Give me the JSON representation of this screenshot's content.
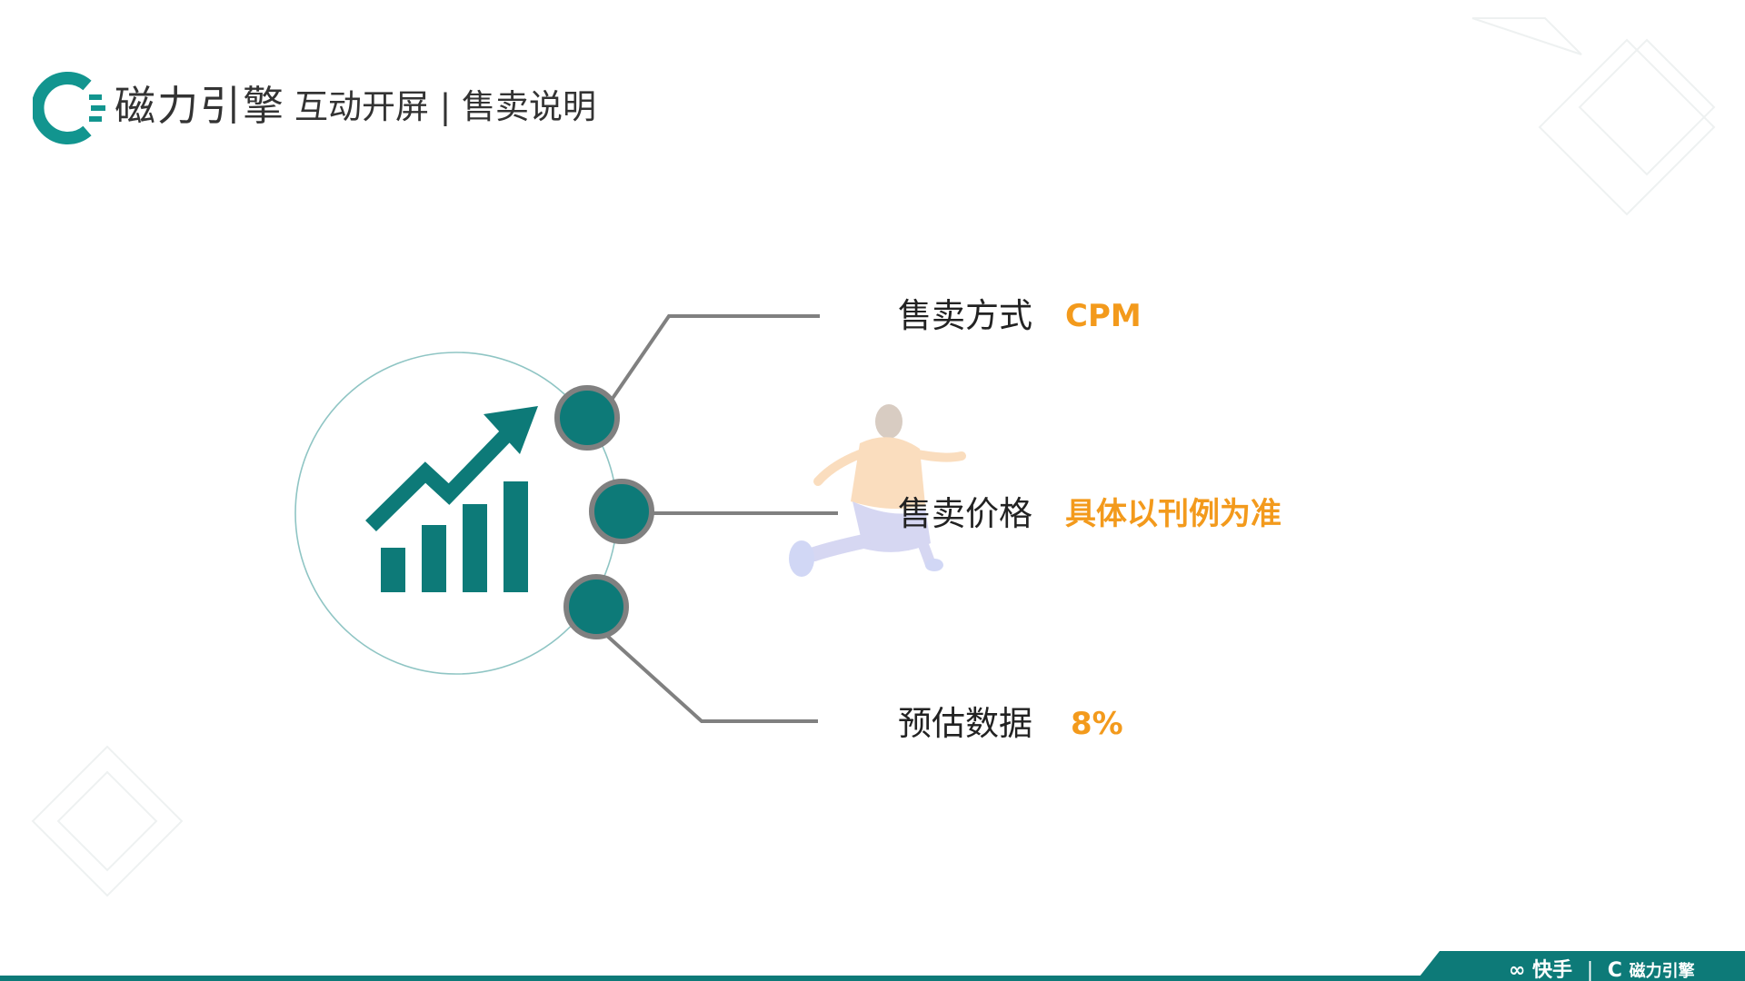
{
  "header": {
    "brand_name": "磁力引擎",
    "title": "互动开屏 | 售卖说明"
  },
  "info_rows": [
    {
      "label": "售卖方式",
      "value": "CPM"
    },
    {
      "label": "售卖价格",
      "value": "具体以刊例为准"
    },
    {
      "label": "预估数据",
      "value": "8%"
    }
  ],
  "footer": {
    "partner": "快手",
    "separator": "|",
    "brand": "磁力引擎"
  },
  "colors": {
    "teal": "#0d7a78",
    "orange": "#f39a1c",
    "connector_gray": "#808080",
    "text_dark": "#222222"
  },
  "icons": {
    "logo": "magnet-engine-logo-icon",
    "growth": "bar-chart-growth-icon",
    "illustration": "running-person-illustration"
  }
}
